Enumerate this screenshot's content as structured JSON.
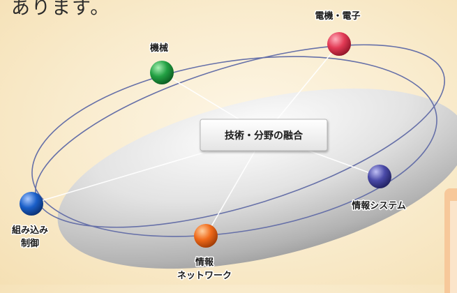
{
  "top_text": "あります。",
  "center_label": "技術・分野の融合",
  "nodes": [
    {
      "id": "electrical",
      "label": "電機・電子",
      "color": "#e23a55"
    },
    {
      "id": "mechanical",
      "label": "機械",
      "color": "#22a043"
    },
    {
      "id": "information-systems",
      "label": "情報システム",
      "color": "#4a4aa8"
    },
    {
      "id": "information-network",
      "label_line1": "情報",
      "label_line2": "ネットワーク",
      "color": "#f06a1a"
    },
    {
      "id": "embedded-control",
      "label_line1": "組み込み",
      "label_line2": "制御",
      "color": "#1a5fc8"
    }
  ]
}
